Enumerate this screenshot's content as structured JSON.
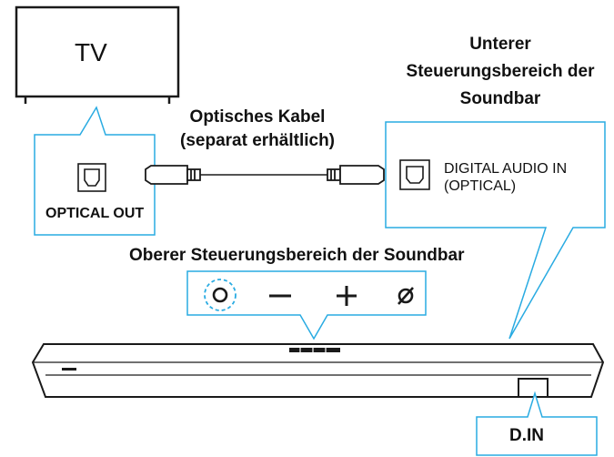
{
  "tv": {
    "label": "TV"
  },
  "cable": {
    "line1": "Optisches Kabel",
    "line2": "(separat erhältlich)"
  },
  "tv_port": {
    "label": "OPTICAL OUT"
  },
  "bottom_panel": {
    "line1": "Unterer",
    "line2": "Steuerungsbereich der",
    "line3": "Soundbar",
    "port_line1": "DIGITAL AUDIO IN",
    "port_line2": "(OPTICAL)"
  },
  "top_panel": {
    "title": "Oberer Steuerungsbereich der Soundbar",
    "buttons": [
      "power",
      "minus",
      "plus",
      "mute"
    ]
  },
  "soundbar": {
    "port_label": "D.IN"
  },
  "colors": {
    "accent": "#29abe2",
    "outline": "#1a1a1a"
  }
}
